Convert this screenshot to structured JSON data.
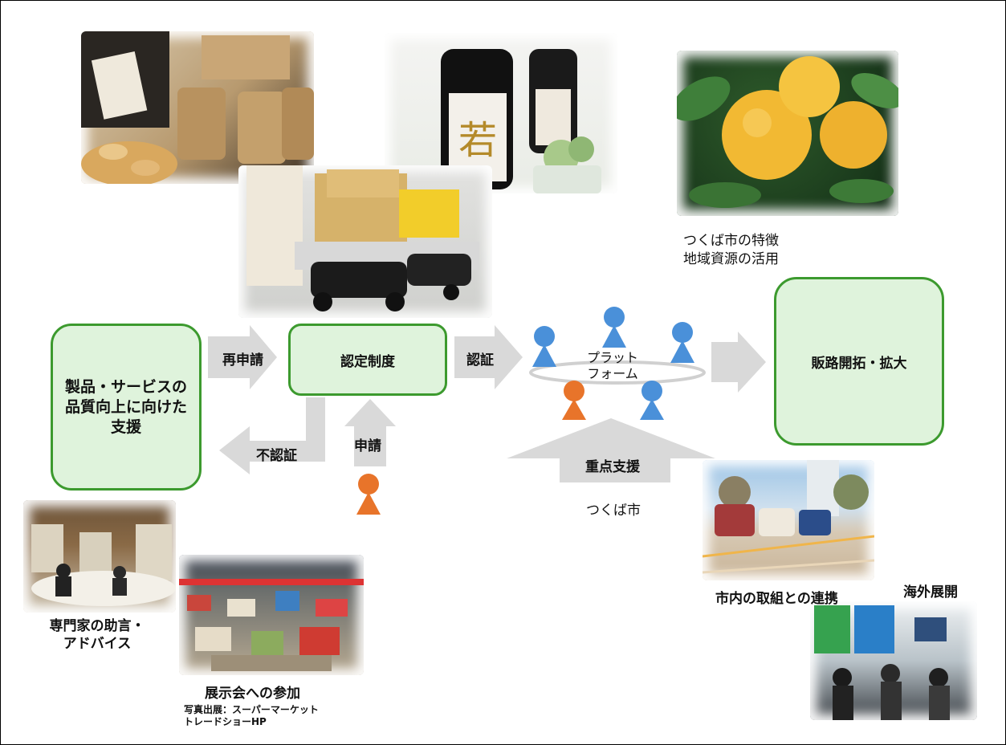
{
  "colors": {
    "box_fill": "#dff3dc",
    "box_border": "#3c9a2e",
    "arrow": "#d9d9d9",
    "person_blue": "#4a90d9",
    "person_orange": "#e8742a"
  },
  "boxes": {
    "support": "製品・サービスの品質向上に向けた支援",
    "certification": "認定制度",
    "sales": "販路開拓・拡大"
  },
  "arrows": {
    "reapply": "再申請",
    "not_certified": "不認証",
    "apply": "申請",
    "certified": "認証",
    "priority_support": "重点支援"
  },
  "platform": {
    "line1": "プラット",
    "line2": "フォーム"
  },
  "city": "つくば市",
  "captions": {
    "tsukuba_line1": "つくば市の特徴",
    "tsukuba_line2": "地域資源の活用",
    "expert_line1": "専門家の助言・",
    "expert_line2": "アドバイス",
    "exhibition": "展示会への参加",
    "photo_credit_line1": "写真出展：スーパーマーケット",
    "photo_credit_line2": "トレードショーHP",
    "city_collab": "市内の取組との連携",
    "overseas": "海外展開"
  },
  "icons": {
    "person": "person-icon",
    "photo_snacks": "snack-products-photo",
    "photo_sake": "sake-bottles-photo",
    "photo_robot": "delivery-robot-photo",
    "photo_citrus": "citrus-fruit-photo",
    "photo_meeting": "meeting-room-photo",
    "photo_exhibition": "exhibition-hall-photo",
    "photo_foodtrucks": "food-trucks-photo",
    "photo_overseas": "overseas-booth-photo"
  }
}
